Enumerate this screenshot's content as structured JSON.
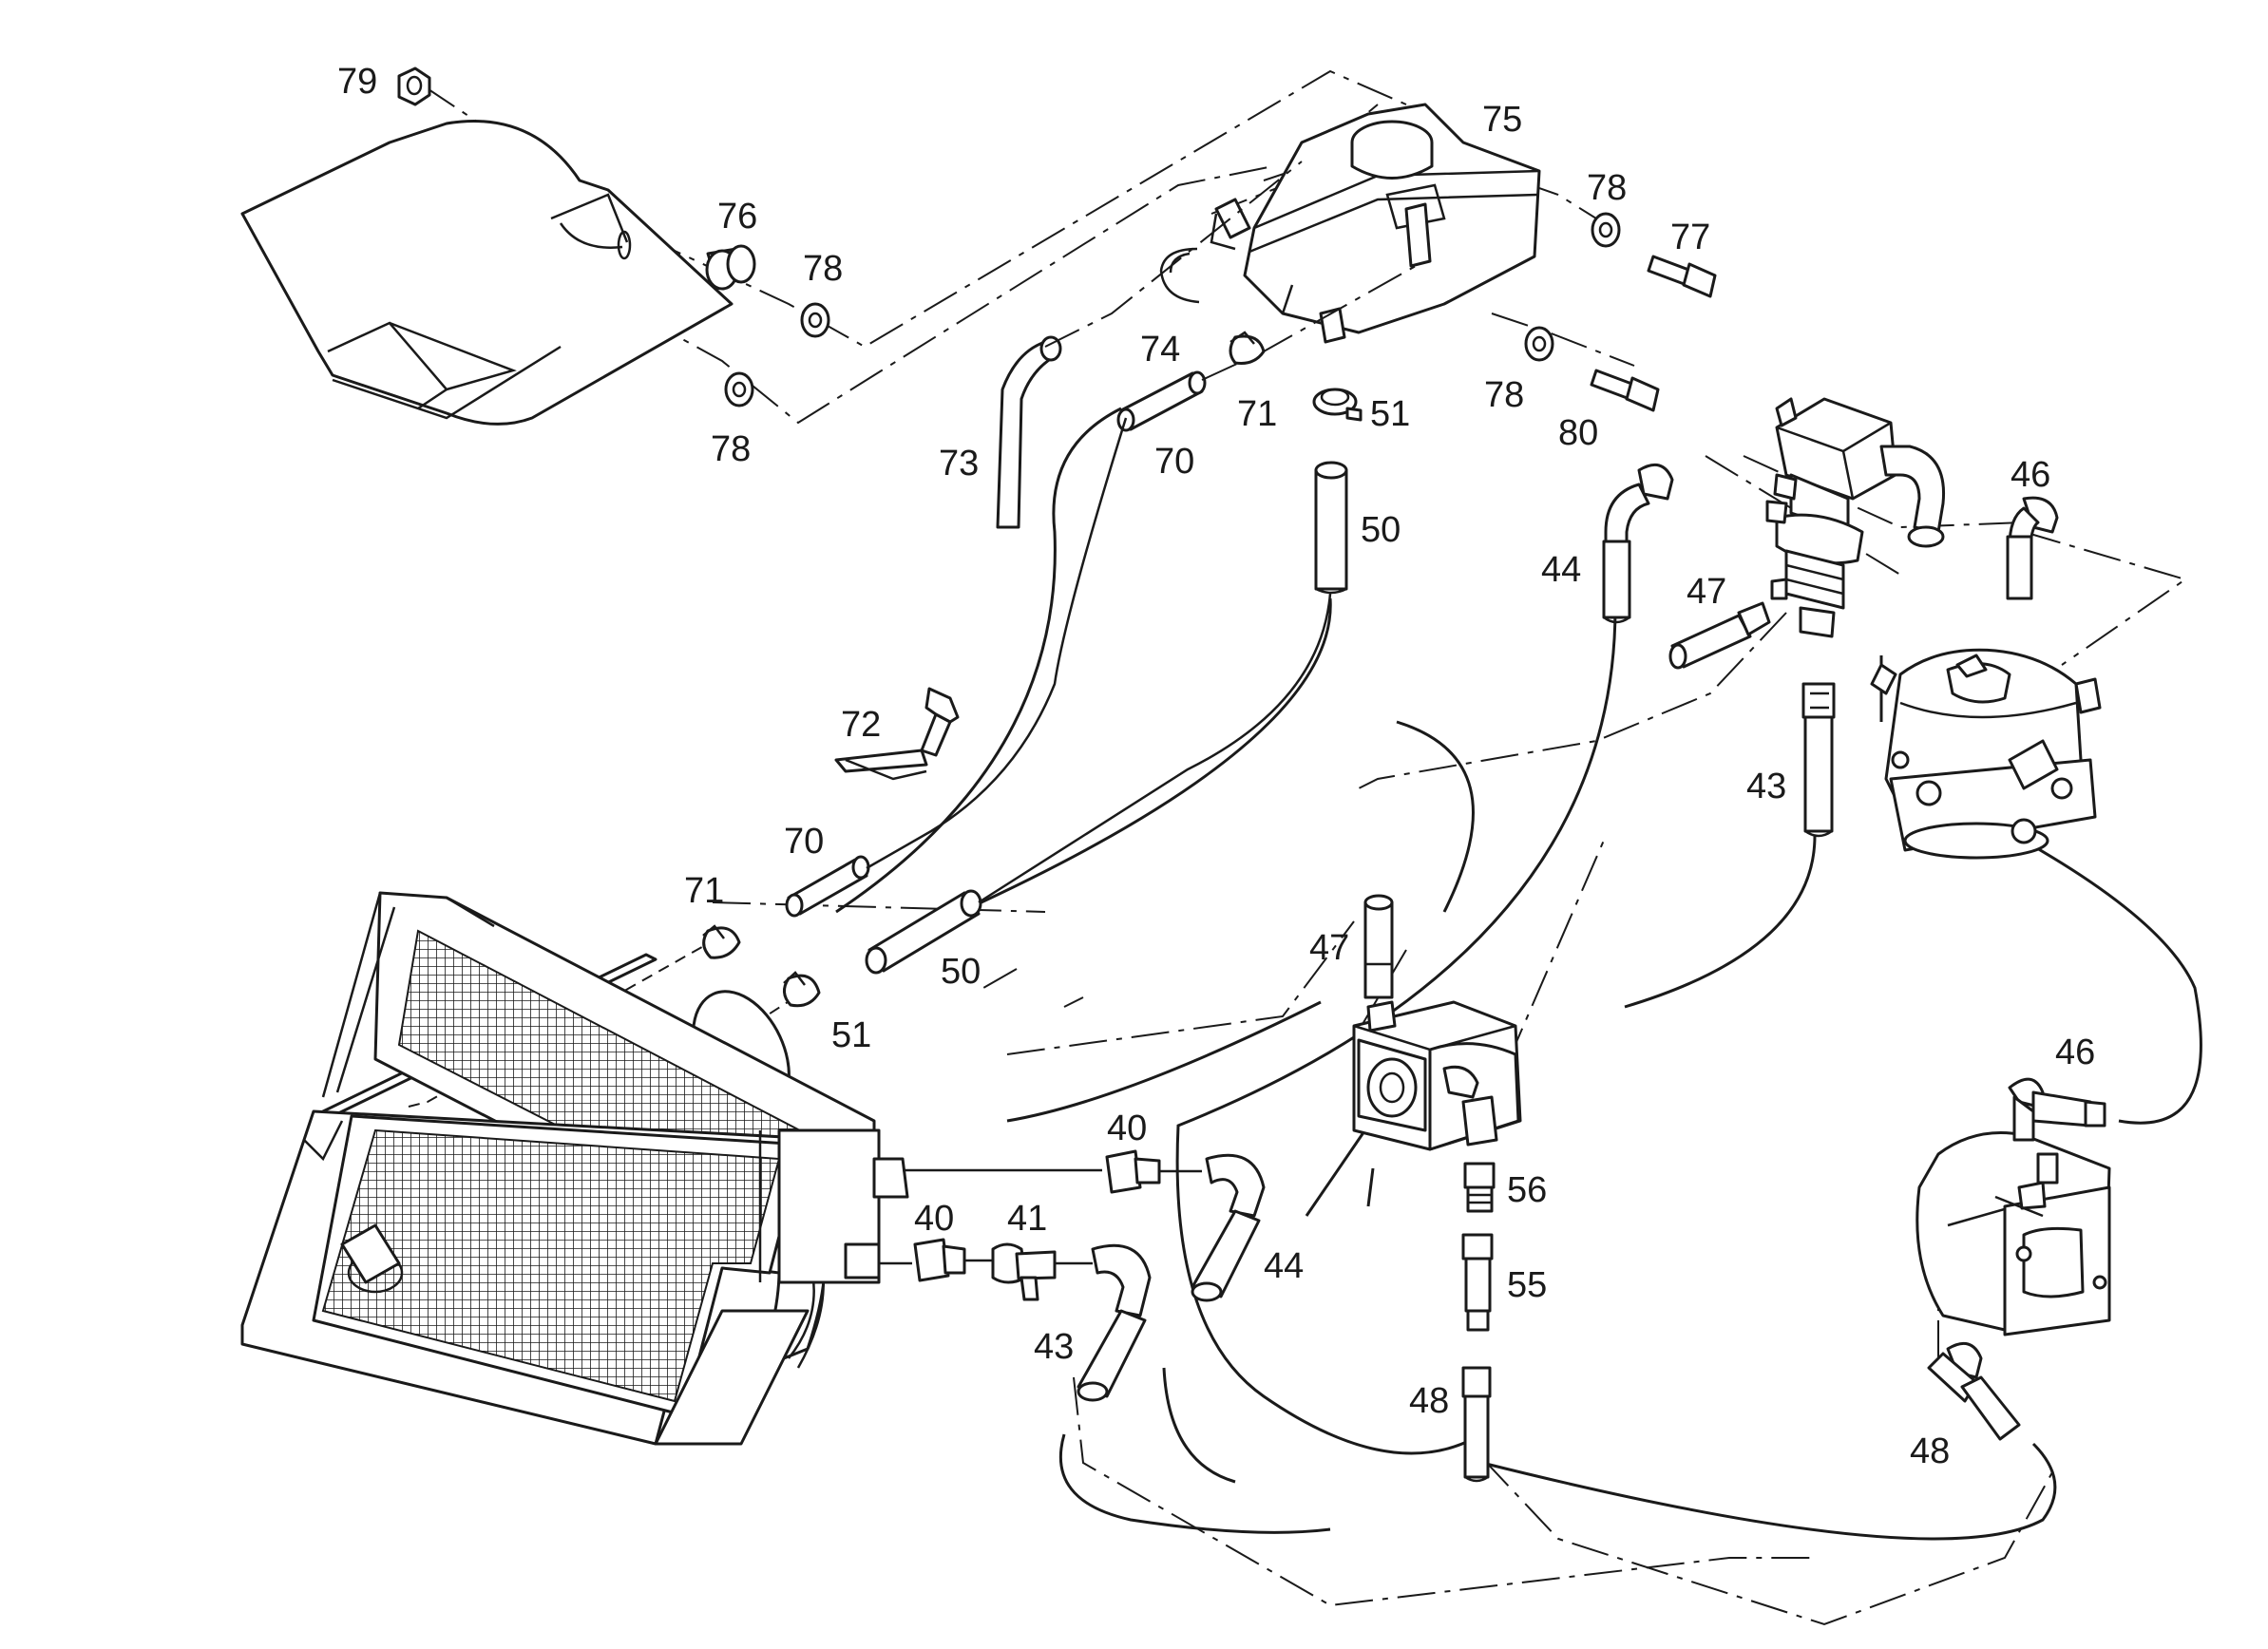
{
  "callouts": {
    "c79": "79",
    "c76": "76",
    "c78a": "78",
    "c78b": "78",
    "c78c": "78",
    "c78d": "78",
    "c75": "75",
    "c77": "77",
    "c80": "80",
    "c74": "74",
    "c71a": "71",
    "c51a": "51",
    "c73": "73",
    "c70a": "70",
    "c50a": "50",
    "c44a": "44",
    "c47a": "47",
    "c46a": "46",
    "c43a": "43",
    "c72": "72",
    "c70b": "70",
    "c71b": "71",
    "c50b": "50",
    "c51b": "51",
    "c47b": "47",
    "c40a": "40",
    "c40b": "40",
    "c41": "41",
    "c44b": "44",
    "c43b": "43",
    "c56": "56",
    "c55": "55",
    "c48a": "48",
    "c46b": "46",
    "c48b": "48"
  },
  "icons": [
    "radiator",
    "expansion-tank",
    "valve-block",
    "hydraulic-pump",
    "gear-pump",
    "tank-unit"
  ]
}
